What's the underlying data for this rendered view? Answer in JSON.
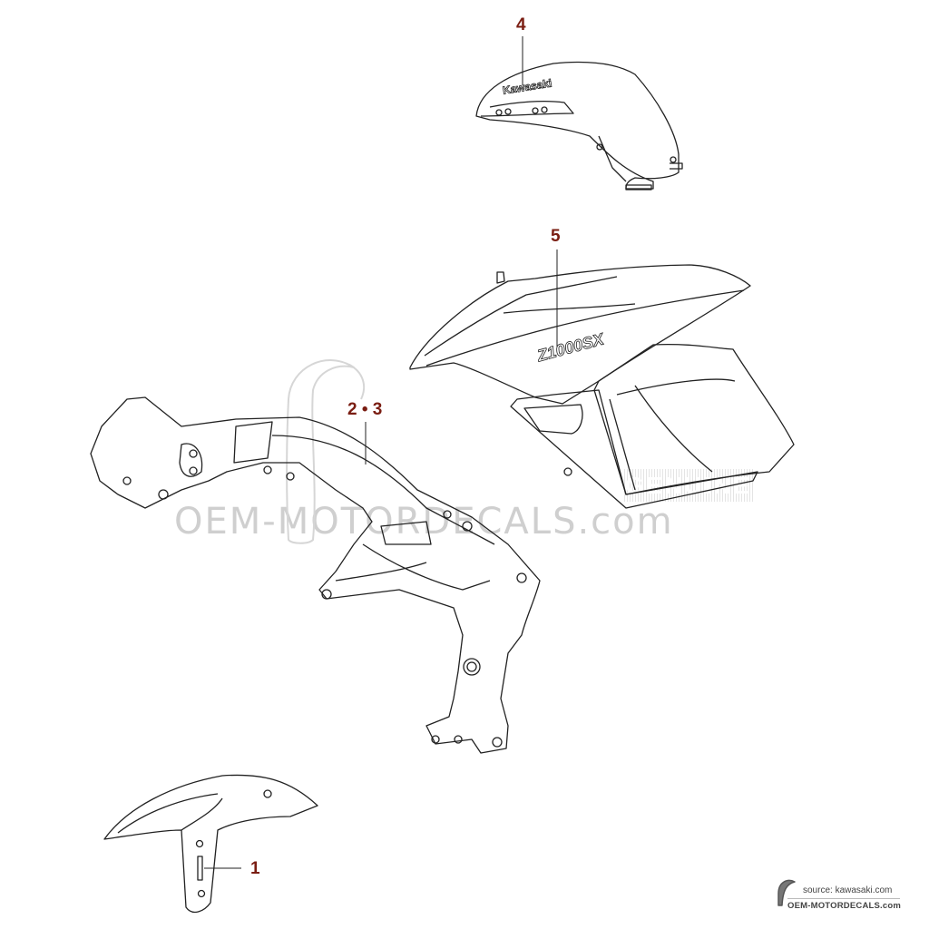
{
  "callouts": {
    "tank_label": "4",
    "fairing_label": "5",
    "frame_label": "2 • 3",
    "fender_label": "1"
  },
  "part_logos": {
    "tank_decal": "Kawasaki",
    "fairing_decal": "Z1000SX"
  },
  "watermark": {
    "site": "OEM-MOTORDECALS.com",
    "badge": "GENUINE"
  },
  "footer": {
    "source": "source: kawasaki.com",
    "site": "OEM-MOTORDECALS.com"
  },
  "colors": {
    "callout": "#7a1d12",
    "line": "#222222",
    "watermark": "#cfcfcf"
  }
}
